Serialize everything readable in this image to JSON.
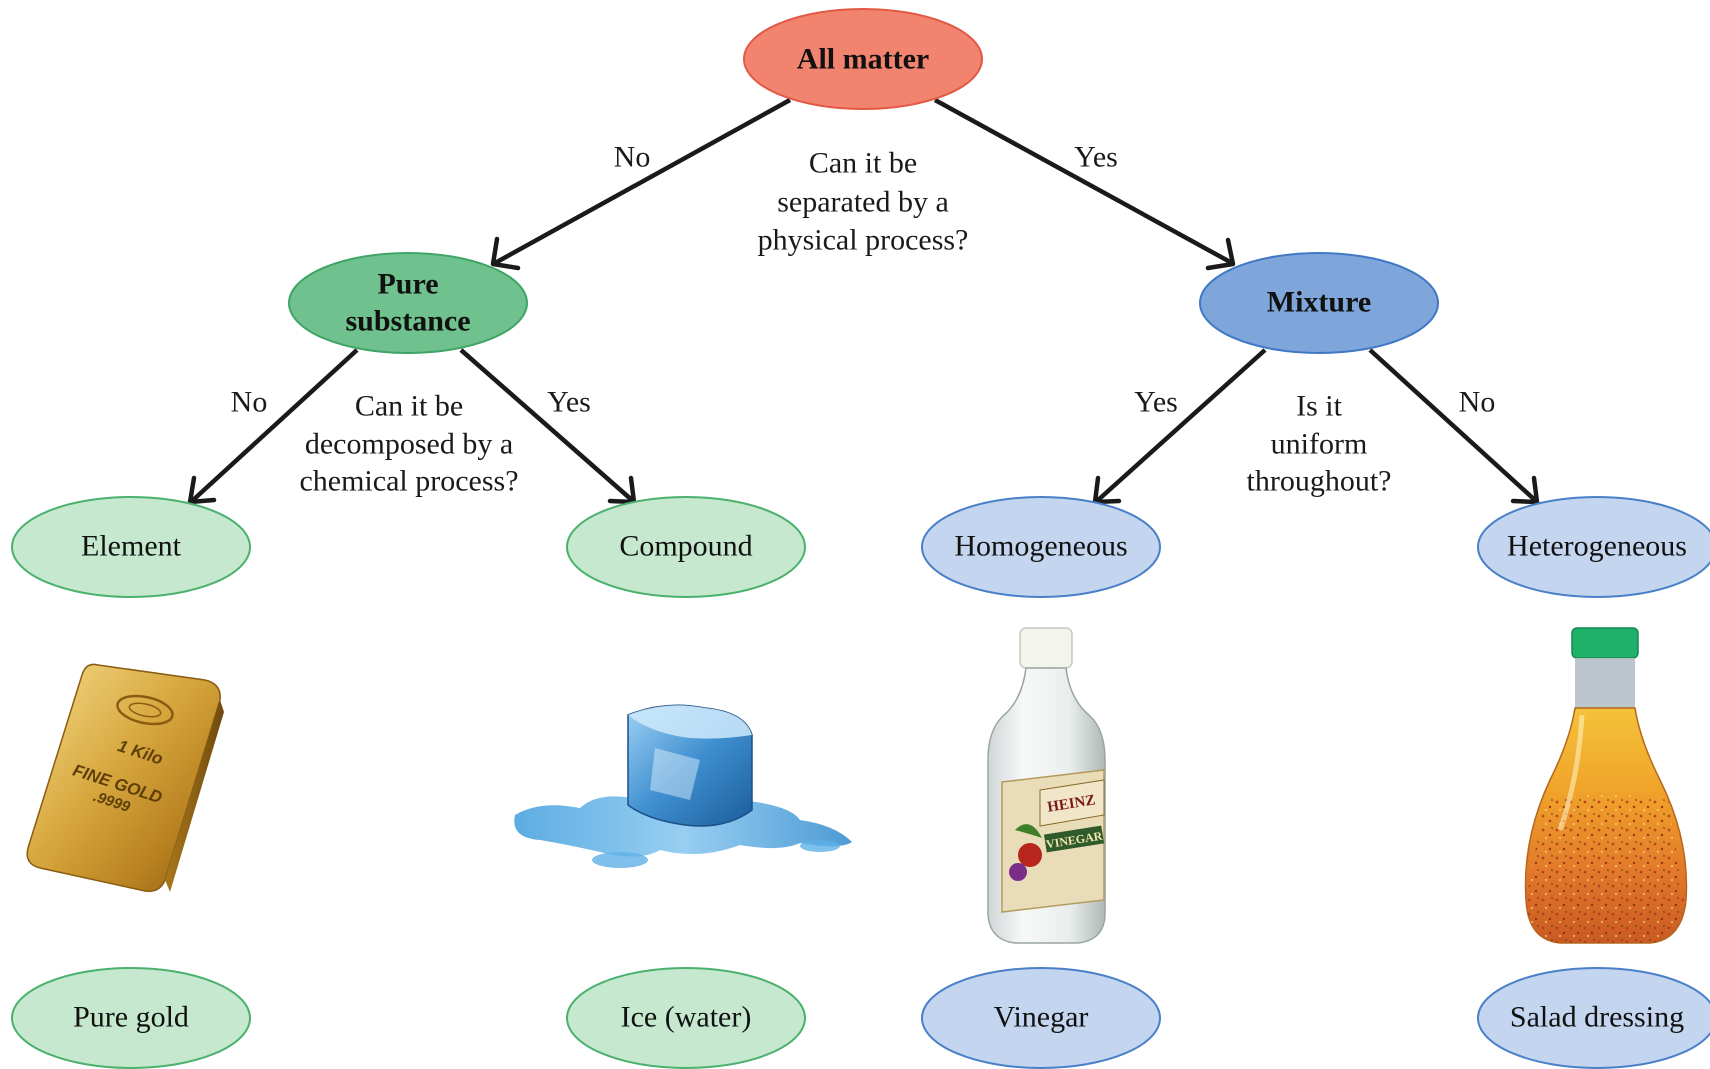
{
  "colors": {
    "root_fill": "#f2846f",
    "root_stroke": "#e05a45",
    "pure_fill": "#6fc28e",
    "pure_stroke": "#3fa566",
    "pure_child_fill": "#c6e8cf",
    "pure_child_stroke": "#4bb16d",
    "mixture_fill": "#7fa6da",
    "mixture_stroke": "#3f78c4",
    "mixture_child_fill": "#c3d5ef",
    "mixture_child_stroke": "#4a80c8"
  },
  "nodes": {
    "root": "All matter",
    "pure_substance": [
      "Pure",
      "substance"
    ],
    "mixture": "Mixture",
    "element": "Element",
    "compound": "Compound",
    "homogeneous": "Homogeneous",
    "heterogeneous": "Heterogeneous"
  },
  "questions": {
    "physical": [
      "Can it be",
      "separated by a",
      "physical process?"
    ],
    "chemical": [
      "Can it be",
      "decomposed by a",
      "chemical process?"
    ],
    "uniform": [
      "Is it",
      "uniform",
      "throughout?"
    ]
  },
  "edge_labels": {
    "root_to_pure": "No",
    "root_to_mixture": "Yes",
    "pure_to_element": "No",
    "pure_to_compound": "Yes",
    "mixture_to_homogeneous": "Yes",
    "mixture_to_heterogeneous": "No"
  },
  "examples": {
    "gold": {
      "label": "Pure gold",
      "engraving": [
        "1 Kilo",
        "FINE GOLD",
        ".9999"
      ]
    },
    "ice": {
      "label": "Ice (water)"
    },
    "vinegar": {
      "label": "Vinegar",
      "brand": "HEINZ",
      "product": "VINEGAR"
    },
    "salad": {
      "label": "Salad dressing"
    }
  }
}
